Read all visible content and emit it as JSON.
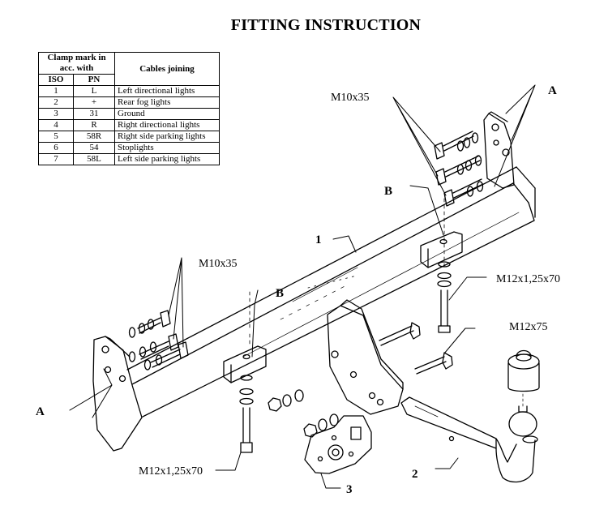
{
  "title": "FITTING INSTRUCTION",
  "table": {
    "header_clamp": "Clamp mark in acc. with",
    "header_cables": "Cables joining",
    "col_iso": "ISO",
    "col_pn": "PN",
    "rows": [
      {
        "iso": "1",
        "pn": "L",
        "cable": "Left directional lights"
      },
      {
        "iso": "2",
        "pn": "+",
        "cable": "Rear fog lights"
      },
      {
        "iso": "3",
        "pn": "31",
        "cable": "Ground"
      },
      {
        "iso": "4",
        "pn": "R",
        "cable": "Right directional lights"
      },
      {
        "iso": "5",
        "pn": "58R",
        "cable": "Right side parking lights"
      },
      {
        "iso": "6",
        "pn": "54",
        "cable": "Stoplights"
      },
      {
        "iso": "7",
        "pn": "58L",
        "cable": "Left side parking lights"
      }
    ]
  },
  "labels": {
    "m10_right": "M10x35",
    "m10_left": "M10x35",
    "a_right": "A",
    "a_left": "A",
    "b_right": "B",
    "b_left": "B",
    "part1": "1",
    "part2": "2",
    "part3": "3",
    "m12x125_right": "M12x1,25x70",
    "m12x75": "M12x75",
    "m12x125_bottom": "M12x1,25x70"
  }
}
